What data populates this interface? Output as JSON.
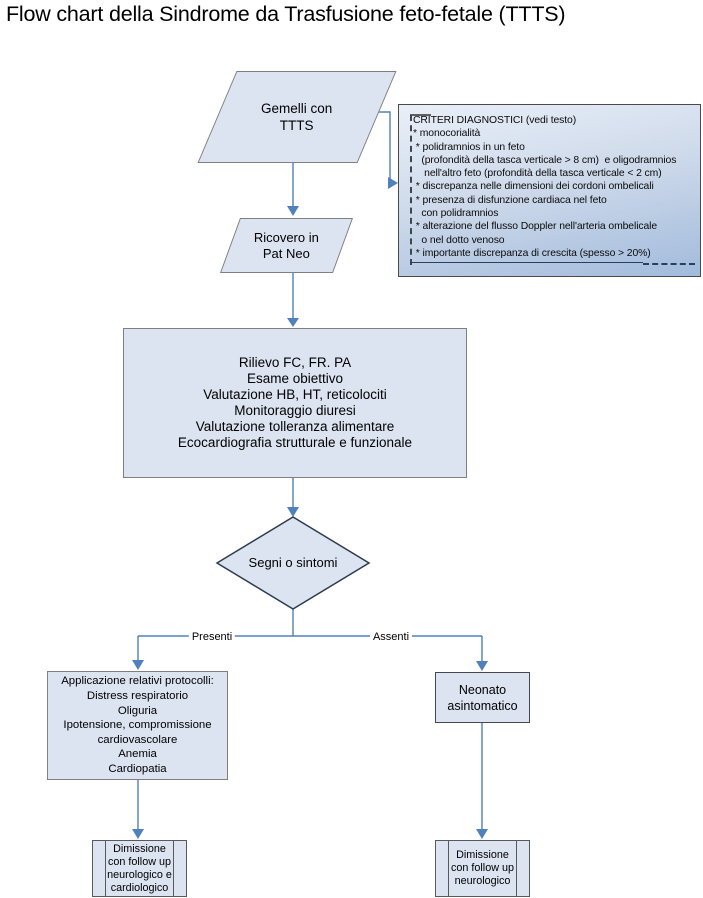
{
  "title": "Flow chart della Sindrome da Trasfusione feto-fetale (TTTS)",
  "flow": {
    "gemelli": [
      "Gemelli con",
      "TTTS"
    ],
    "ricovero": [
      "Ricovero in",
      "Pat Neo"
    ],
    "assessment": [
      "Rilievo FC, FR. PA",
      "Esame obiettivo",
      "Valutazione HB, HT, reticolociti",
      "Monitoraggio diuresi",
      "Valutazione tolleranza alimentare",
      "Ecocardiografia strutturale e funzionale"
    ],
    "decision": "Segni o sintomi",
    "branch_present": "Presenti",
    "branch_absent": "Assenti",
    "protocols": [
      "Applicazione relativi protocolli:",
      "Distress respiratorio",
      "Oliguria",
      "Ipotensione, compromissione",
      "cardiovascolare",
      "Anemia",
      "Cardiopatia"
    ],
    "neonato": [
      "Neonato",
      "asintomatico"
    ],
    "dimissione_cardio": [
      "Dimissione",
      "con follow up",
      "neurologico e",
      "cardiologico"
    ],
    "dimissione_neuro": [
      "Dimissione",
      "con follow up",
      "neurologico"
    ]
  },
  "criteria": {
    "lines": [
      "CRITERI DIAGNOSTICI (vedi testo)",
      "* monocorialità",
      " * polidramnios in un feto",
      "   (profondità della tasca verticale > 8 cm)  e oligodramnios",
      "    nell'altro feto (profondità della tasca verticale < 2 cm)",
      " * discrepanza nelle dimensioni dei cordoni ombelicali",
      " * presenza di disfunzione cardiaca nel feto",
      "   con polidramnios",
      " * alterazione del flusso Doppler nell'arteria ombelicale",
      "   o nel dotto venoso",
      " * importante discrepanza di crescita (spesso > 20%)"
    ]
  },
  "colors": {
    "node_fill": "#dce4f1",
    "node_border": "#7f7f7f",
    "dark_border": "#45494f",
    "connector": "#4f81bd",
    "criteria_gradient_top": "#e9eff8",
    "criteria_gradient_bottom": "#a2bbdc",
    "bracket": "#27405f"
  }
}
